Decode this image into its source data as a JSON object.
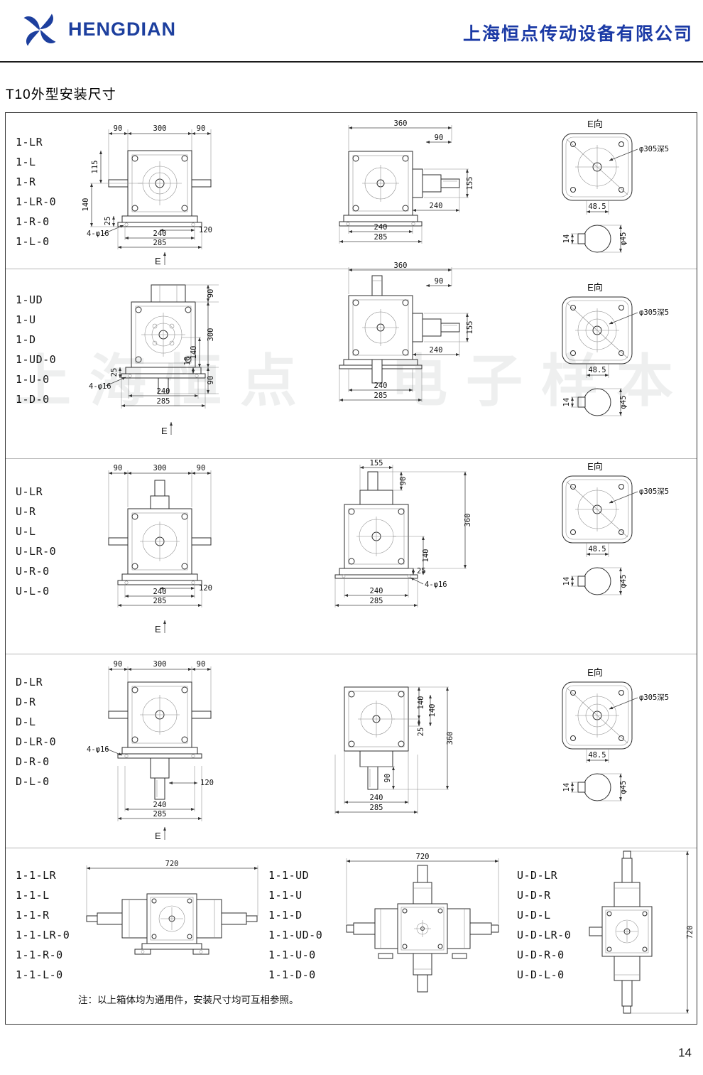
{
  "header": {
    "logo_text": "HENGDIAN",
    "company": "上海恒点传动设备有限公司",
    "brand_color": "#1d3f9e"
  },
  "title": "T10外型安装尺寸",
  "watermark": "上海恒点　电子样本",
  "note": "注：以上箱体均为通用件，安装尺寸均可互相参照。",
  "page_number": "14",
  "eview": {
    "label": "E向",
    "hole": "φ305深5",
    "width": "48.5",
    "key": "14",
    "dia": "φ45"
  },
  "rows": [
    {
      "models": [
        "1-LR",
        "1-L",
        "1-R",
        "1-LR-0",
        "1-R-0",
        "1-L-0"
      ],
      "front": {
        "t1": "90",
        "t2": "300",
        "t3": "90",
        "v115": "115",
        "v140": "140",
        "v25": "25",
        "bolt": "4-φ16",
        "d120": "120",
        "d240": "240",
        "d285": "285",
        "e": "E"
      },
      "side": {
        "d360": "360",
        "d90": "90",
        "d155": "155",
        "m240": "240",
        "b240": "240",
        "b285": "285"
      }
    },
    {
      "models": [
        "1-UD",
        "1-U",
        "1-D",
        "1-UD-0",
        "1-U-0",
        "1-D-0"
      ],
      "front": {
        "c90t": "90",
        "c300": "300",
        "c90b": "90",
        "v140": "140",
        "v10": "10",
        "v25": "25",
        "bolt": "4-φ16",
        "d240": "240",
        "d285": "285",
        "e": "E"
      },
      "side": {
        "d360": "360",
        "d90": "90",
        "d155": "155",
        "m240": "240",
        "b240": "240",
        "b285": "285"
      }
    },
    {
      "models": [
        "U-LR",
        "U-R",
        "U-L",
        "U-LR-0",
        "U-R-0",
        "U-L-0"
      ],
      "front": {
        "t1": "90",
        "t2": "300",
        "t3": "90",
        "d120": "120",
        "d240": "240",
        "d285": "285",
        "e": "E"
      },
      "side": {
        "d155": "155",
        "v90": "90",
        "v360": "360",
        "v25": "25",
        "v140": "140",
        "bolt": "4-φ16",
        "b240": "240",
        "b285": "285"
      }
    },
    {
      "models": [
        "D-LR",
        "D-R",
        "D-L",
        "D-LR-0",
        "D-R-0",
        "D-L-0"
      ],
      "front": {
        "t1": "90",
        "t2": "300",
        "t3": "90",
        "bolt": "4-φ16",
        "d120": "120",
        "d240": "240",
        "d285": "285",
        "e": "E"
      },
      "side": {
        "v140a": "140",
        "v25": "25",
        "v140b": "140",
        "v360": "360",
        "v90": "90",
        "b240": "240",
        "b285": "285"
      }
    }
  ],
  "bottom": {
    "groups": [
      {
        "models": [
          "1-1-LR",
          "1-1-L",
          "1-1-R",
          "1-1-LR-0",
          "1-1-R-0",
          "1-1-L-0"
        ],
        "dim": "720"
      },
      {
        "models": [
          "1-1-UD",
          "1-1-U",
          "1-1-D",
          "1-1-UD-0",
          "1-1-U-0",
          "1-1-D-0"
        ],
        "dim": "720"
      },
      {
        "models": [
          "U-D-LR",
          "U-D-R",
          "U-D-L",
          "U-D-LR-0",
          "U-D-R-0",
          "U-D-L-0"
        ],
        "dim": "720"
      }
    ]
  }
}
